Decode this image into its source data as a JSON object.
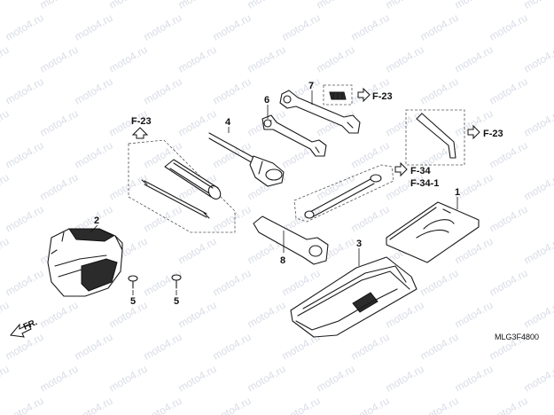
{
  "watermark": {
    "text": "moto4.ru"
  },
  "callouts": {
    "p1": "1",
    "p2": "2",
    "p3": "3",
    "p4": "4",
    "p5a": "5",
    "p5b": "5",
    "p6": "6",
    "p7": "7",
    "p8": "8"
  },
  "refs": {
    "f23_left": "F-23",
    "f23_top": "F-23",
    "f23_right": "F-23",
    "f34": "F-34",
    "f341": "F-34-1"
  },
  "direction": {
    "label": "FR."
  },
  "drawing_code": "MLG3F4800"
}
